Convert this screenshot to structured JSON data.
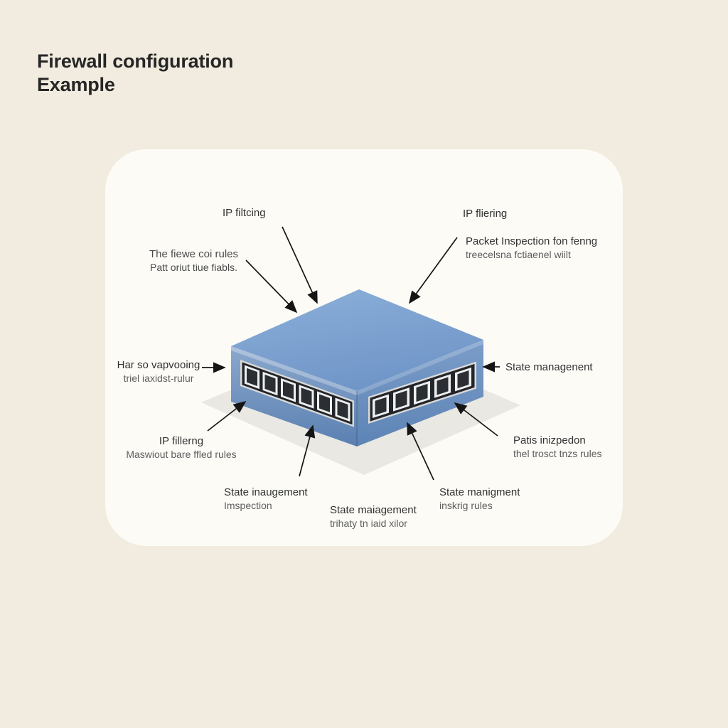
{
  "page": {
    "background_color": "#f1ecdf",
    "card_background_color": "#fcfbf6"
  },
  "title": {
    "line1": "Firewall configuration",
    "line2": "Example"
  },
  "device": {
    "kind": "isometric-network-firewall-appliance",
    "top_face_color": "#7da3d1",
    "left_face_color": "#6a8ebc",
    "right_face_color": "#6a90c0",
    "port_bezel_color": "#eef0f0",
    "port_interior_color": "#2b2e33",
    "shadow_color": "#e9e8e3",
    "ports_left_face": 6,
    "ports_right_face": 5
  },
  "labels": {
    "ip_filtering_top_left": {
      "text": "IP filtcing"
    },
    "ip_filtering_top_right": {
      "text": "IP fliering"
    },
    "firewall_rules_note": {
      "line1": "The fiewe coi rules",
      "line2": "Patt oriut tiue fiabls."
    },
    "packet_inspection_note": {
      "line1": "Packet Inspection fon fenng",
      "line2": "treecelsna fctiaenel wiilt"
    },
    "port_forwarding_note": {
      "line1": "Har so vapvooing",
      "line2": "triel iaxidst-rulur"
    },
    "state_management_right": {
      "text": "State managenent"
    },
    "ip_filtering_bottom_left": {
      "line1": "IP fillerng",
      "line2": "Maswiout bare ffled rules"
    },
    "state_inspection_note": {
      "line1": "State inaugement",
      "line2": "Imspection"
    },
    "state_management_bottom_center": {
      "line1": "State maiagement",
      "line2": "trihaty tn iaid xilor"
    },
    "state_management_bottom_right": {
      "line1": "State manigment",
      "line2": "inskrig rules"
    },
    "packet_inspection_bottom_right": {
      "line1": "Patis inizpedon",
      "line2": "thel trosct tnzs rules"
    }
  }
}
